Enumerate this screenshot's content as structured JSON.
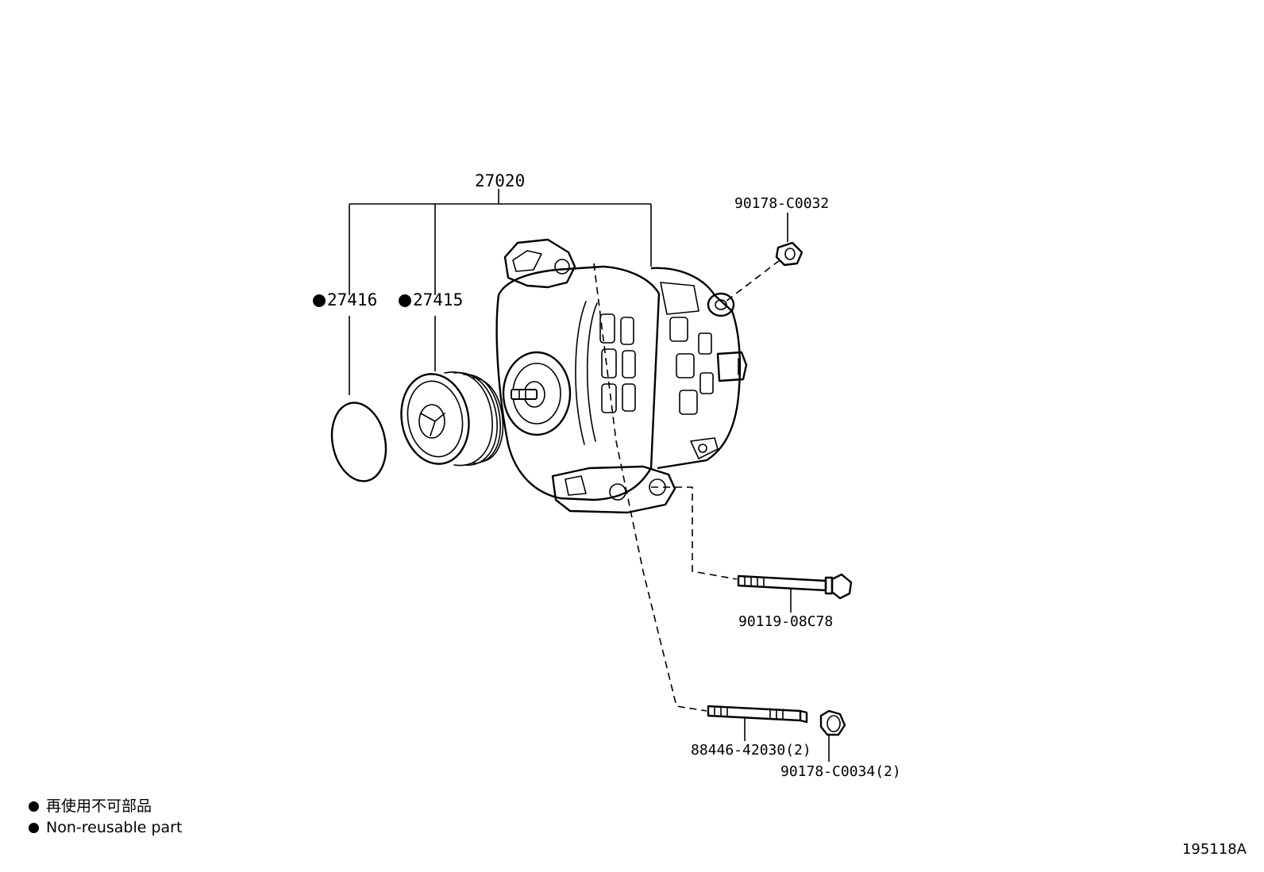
{
  "parts": {
    "assembly": "27020",
    "cap": "27416",
    "pulley": "27415",
    "nut_top": "90178-C0032",
    "bolt": "90119-08C78",
    "stud": "88446-42030(2)",
    "nut_bottom": "90178-C0034(2)"
  },
  "legend": {
    "japanese": "再使用不可部品",
    "english": "Non-reusable part"
  },
  "drawing_id": "195118A"
}
